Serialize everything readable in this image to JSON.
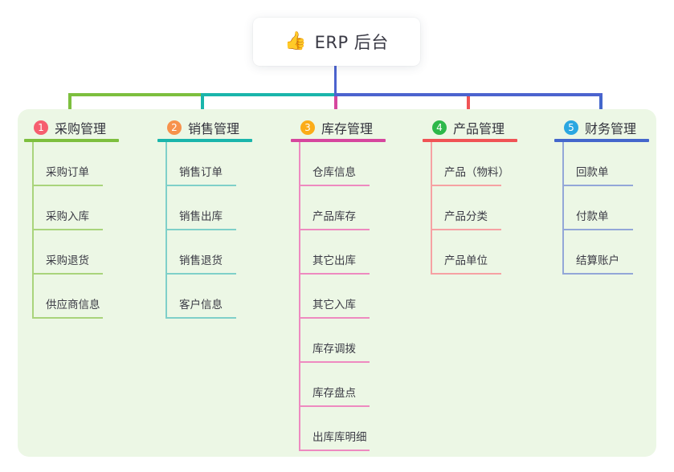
{
  "page": {
    "background": "#ffffff",
    "panel_background": "#ecf7e5"
  },
  "root": {
    "icon": "👍",
    "title": "ERP 后台",
    "line_color": "#4c63cf"
  },
  "branches": [
    {
      "badge": "1",
      "badge_color": "#f65e6f",
      "label": "采购管理",
      "line_color": "#7dbf3e",
      "child_line_color": "#a9d47b",
      "children": [
        "采购订单",
        "采购入库",
        "采购退货",
        "供应商信息"
      ]
    },
    {
      "badge": "2",
      "badge_color": "#f7924c",
      "label": "销售管理",
      "line_color": "#1ab5ab",
      "child_line_color": "#7fd0c9",
      "children": [
        "销售订单",
        "销售出库",
        "销售退货",
        "客户信息"
      ]
    },
    {
      "badge": "3",
      "badge_color": "#fbac19",
      "label": "库存管理",
      "line_color": "#d6469e",
      "child_line_color": "#ee8ac0",
      "children": [
        "仓库信息",
        "产品库存",
        "其它出库",
        "其它入库",
        "库存调拨",
        "库存盘点",
        "出库库明细"
      ]
    },
    {
      "badge": "4",
      "badge_color": "#2eb84a",
      "label": "产品管理",
      "line_color": "#f05355",
      "child_line_color": "#f6a1a3",
      "children": [
        "产品（物料）",
        "产品分类",
        "产品单位"
      ]
    },
    {
      "badge": "5",
      "badge_color": "#2aa7e1",
      "label": "财务管理",
      "line_color": "#4467cc",
      "child_line_color": "#93a7d8",
      "children": [
        "回款单",
        "付款单",
        "结算账户"
      ]
    }
  ]
}
